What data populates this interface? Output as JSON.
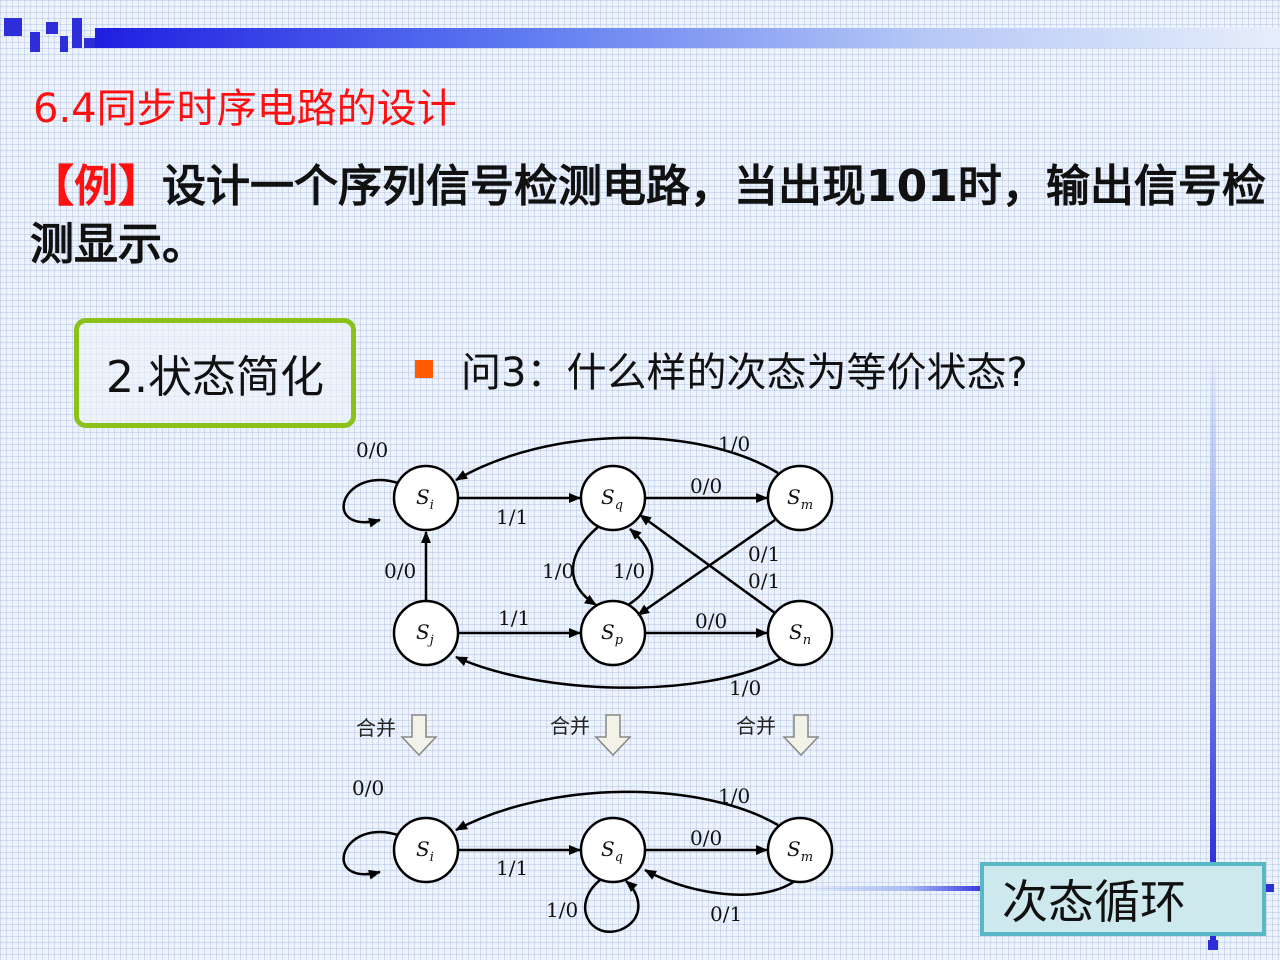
{
  "title": "6.4同步时序电路的设计",
  "example": {
    "tag": "【例】",
    "text": "设计一个序列信号检测电路，当出现101时，输出信号检测显示。"
  },
  "section_box": "2.状态简化",
  "question": "问3：什么样的次态为等价状态?",
  "loop_box": "次态循环",
  "merge_label": "合并",
  "diagram_top": {
    "states": [
      "S",
      "S",
      "S",
      "S",
      "S",
      "S"
    ],
    "subs": [
      "i",
      "q",
      "m",
      "j",
      "p",
      "n"
    ],
    "edges": {
      "i_self": "0/0",
      "i_q": "1/1",
      "q_m": "0/0",
      "m_i": "1/0",
      "j_i": "0/0",
      "j_p": "1/1",
      "q_p": "1/0",
      "p_q": "1/0",
      "m_p": "0/1",
      "n_q": "0/1",
      "p_n": "0/0",
      "n_j": "1/0"
    }
  },
  "diagram_bottom": {
    "states": [
      "S",
      "S",
      "S"
    ],
    "subs": [
      "i",
      "q",
      "m"
    ],
    "edges": {
      "i_self": "0/0",
      "i_q": "1/1",
      "q_m": "0/0",
      "m_i": "1/0",
      "q_self": "1/0",
      "m_q": "0/1"
    }
  }
}
